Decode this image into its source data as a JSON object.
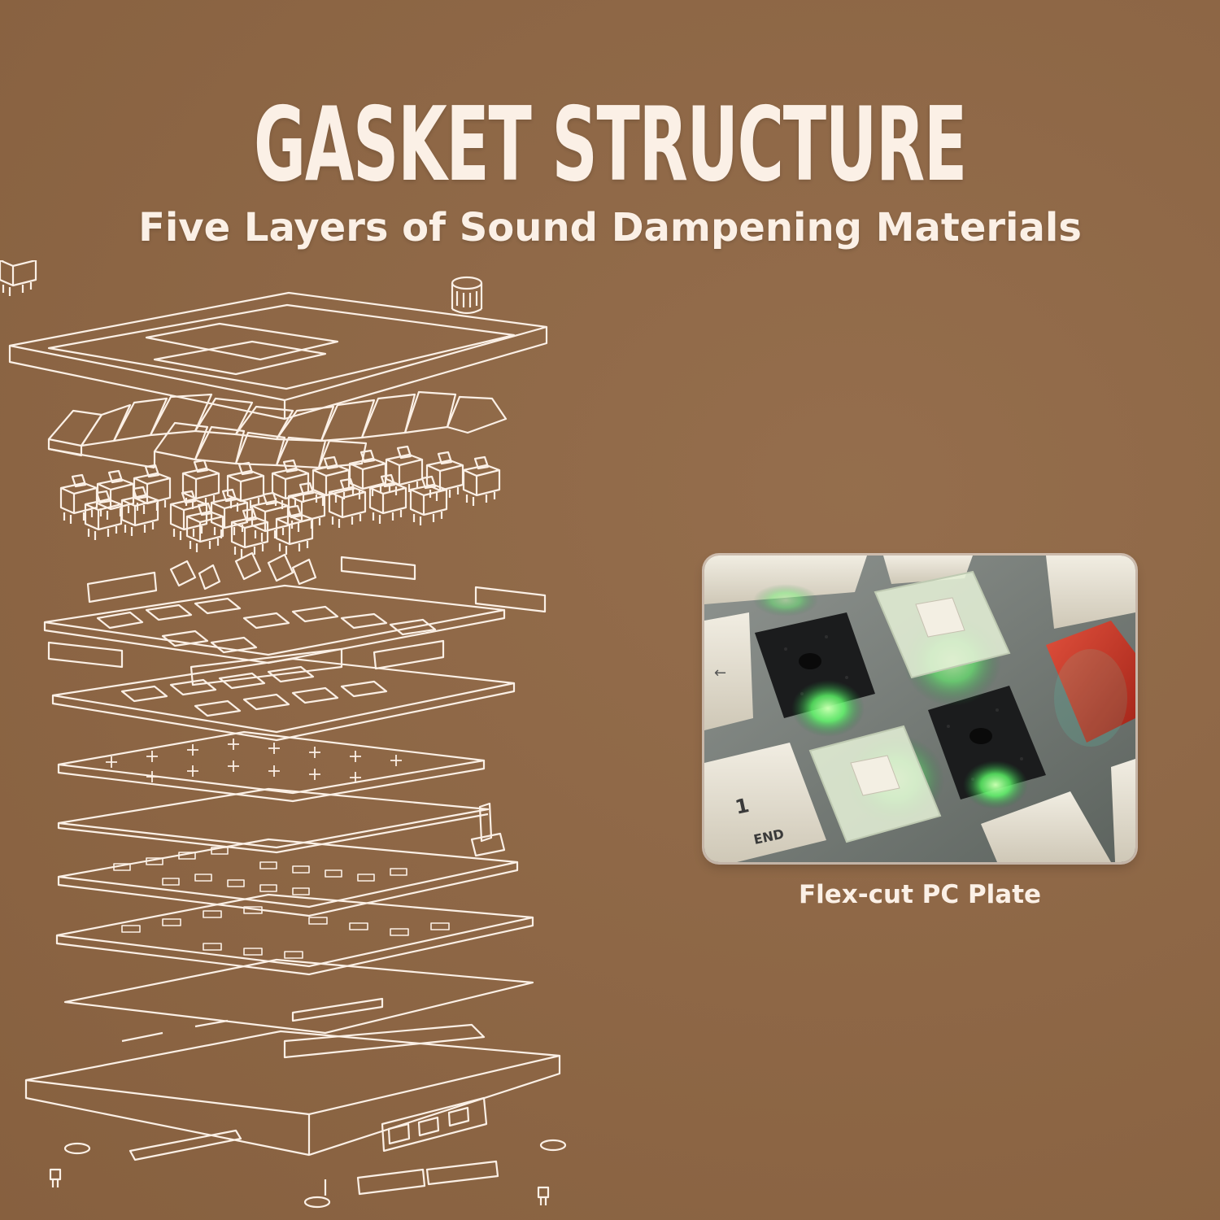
{
  "header": {
    "title": "GASKET STRUCTURE",
    "subtitle": "Five Layers of Sound Dampening Materials"
  },
  "photo": {
    "caption": "Flex-cut PC Plate",
    "keycap_number": "1",
    "keycap_label": "END"
  },
  "colors": {
    "background": "#8f6643",
    "text": "#fbf0e6",
    "line_art": "#fbf0e6",
    "switch_glow": "#5fff6a",
    "accent_keycap": "#d23a2c"
  }
}
